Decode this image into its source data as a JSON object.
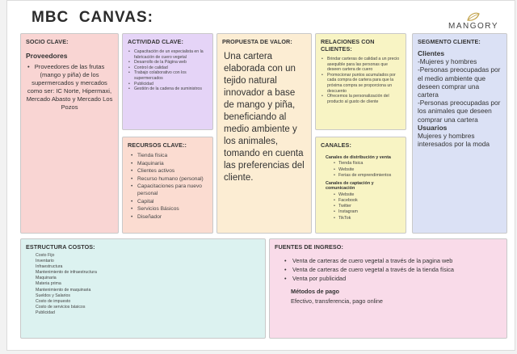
{
  "title": "MBC  CANVAS:",
  "logo": {
    "text": "MANGORY",
    "icon": "mango-leaf-icon",
    "color": "#c2a24a"
  },
  "colors": {
    "socio": "#f9d5d3",
    "actividad": "#e5d4f7",
    "recursos": "#fbdcd1",
    "propuesta": "#fcedd3",
    "relaciones": "#f8f4c4",
    "canales": "#f8f4c4",
    "segmento": "#dbe1f5",
    "estructura": "#dcf2f0",
    "fuentes": "#f9dbe9"
  },
  "socio": {
    "heading": "SOCIO CLAVE:",
    "subheading": "Proveedores",
    "item": "Proveedores de las frutas (mango y piña) de los supermercados y mercados como ser: IC Norte, Hipermaxi, Mercado Abasto y Mercado Los Pozos"
  },
  "actividad": {
    "heading": "ACTIVIDAD CLAVE:",
    "items": [
      "Capacitación de un especialista en la fabricación de cuero vegetal",
      "Desarrollo de la Página web",
      "Control de calidad",
      "Trabajo colaborativo con los supermercados",
      "Publicidad",
      "Gestión de la cadena de suministros"
    ]
  },
  "recursos": {
    "heading": "RECURSOS CLAVE::",
    "items": [
      "Tienda física",
      "Maquinaria",
      "Clientes activos",
      "Recurso humano (personal)",
      "Capacitaciones para nuevo personal",
      "Capital",
      "Servicios Básicos",
      "Diseñador"
    ]
  },
  "propuesta": {
    "heading": "PROPUESTA DE VALOR:",
    "text": "Una cartera elaborada con un tejido natural innovador a base de mango y piña, beneficiando al medio ambiente y los animales, tomando en cuenta las preferencias del cliente."
  },
  "relaciones": {
    "heading": "RELACIONES CON CLIENTES:",
    "items": [
      "Brindar carteras de calidad a un precio asequible para las personas que deseen cartera de cuero",
      "Promocionar puntos acumulados por cada compra de cartera para que la próxima compra se proporciona un descuento",
      "Ofrecemos la personalización del producto al gusto de cliente"
    ]
  },
  "canales": {
    "heading": "CANALES:",
    "dist_heading": "Canales de distribución y venta",
    "dist_items": [
      "Tienda física",
      "Website",
      "Ferias de emprendimientos"
    ],
    "capt_heading": "Canales de captación y comunicación",
    "capt_items": [
      "Website",
      "Facebook",
      "Twitter",
      "Instagram",
      "TikTok"
    ]
  },
  "segmento": {
    "heading": "SEGMENTO CLIENTE:",
    "clientes_label": "Clientes",
    "clientes_items": [
      "-Mujeres y hombres",
      "-Personas preocupadas por el medio ambiente que deseen comprar una cartera",
      "-Personas preocupadas por los animales que deseen comprar una cartera"
    ],
    "usuarios_label": "Usuarios",
    "usuarios_text": "Mujeres y hombres interesados por la moda"
  },
  "estructura": {
    "heading": "ESTRUCTURA COSTOS:",
    "items": [
      "Costo Fijo",
      "Inventario",
      "Infraestructura",
      "Mantenimiento de infraestructura",
      "Maquinaria",
      "Materia prima",
      "Mantenimiento de maquinaria",
      "Sueldos y Salarios",
      "Costo de impuesto",
      "Costo de servicios básicos",
      "Publicidad"
    ]
  },
  "fuentes": {
    "heading": "FUENTES DE INGRESO:",
    "items": [
      "Venta de carteras de cuero vegetal a través de la pagina web",
      "Venta de carteras de cuero vegetal a través de la tienda física",
      "Venta por publicidad"
    ],
    "pago_label": "Métodos de pago",
    "pago_text": "Efectivo, transferencia, pago online"
  }
}
